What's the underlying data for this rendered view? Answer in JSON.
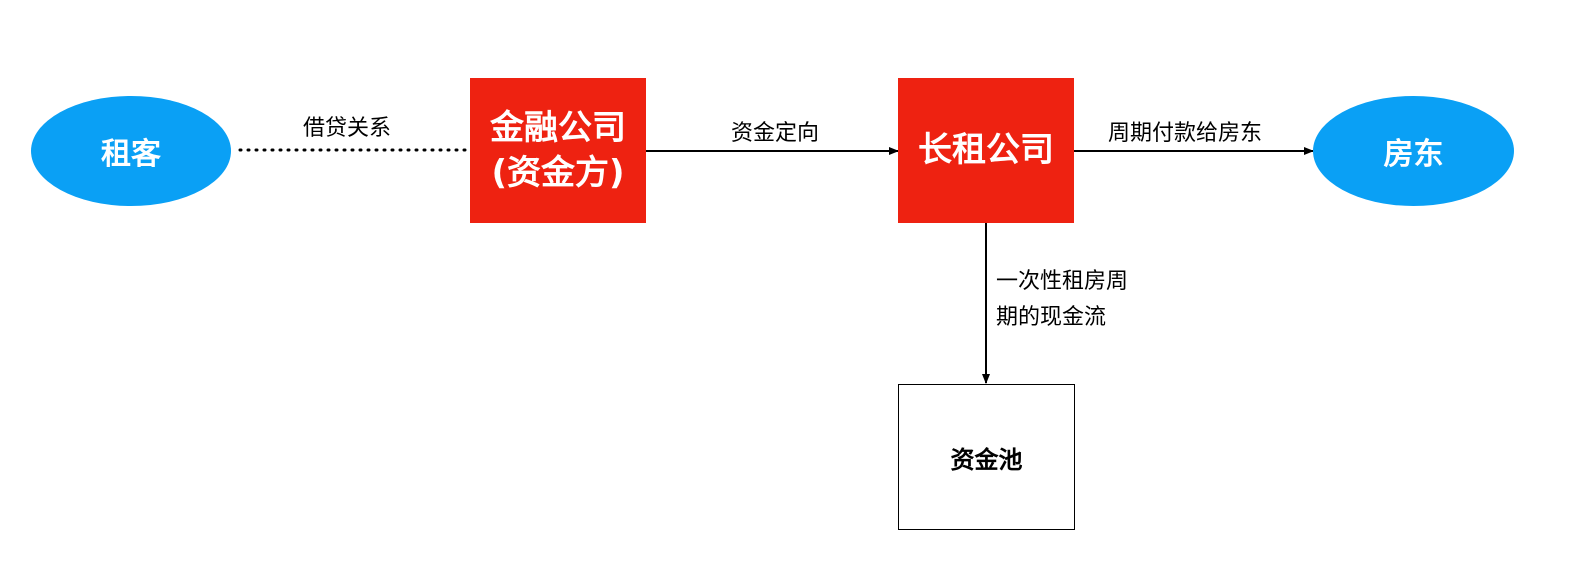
{
  "colors": {
    "ellipse_fill": "#0aa0f5",
    "red_box_fill": "#ee2211",
    "line": "#000000"
  },
  "nodes": {
    "tenant": "租客",
    "finance_line1": "金融公司",
    "finance_line2": "(资金方)",
    "long_rent": "长租公司",
    "landlord": "房东",
    "fund_pool": "资金池"
  },
  "edges": {
    "loan_relation": "借贷关系",
    "directed_funds": "资金定向",
    "periodic_payment": "周期付款给房东",
    "cash_flow_line1": "一次性租房周",
    "cash_flow_line2": "期的现金流"
  }
}
